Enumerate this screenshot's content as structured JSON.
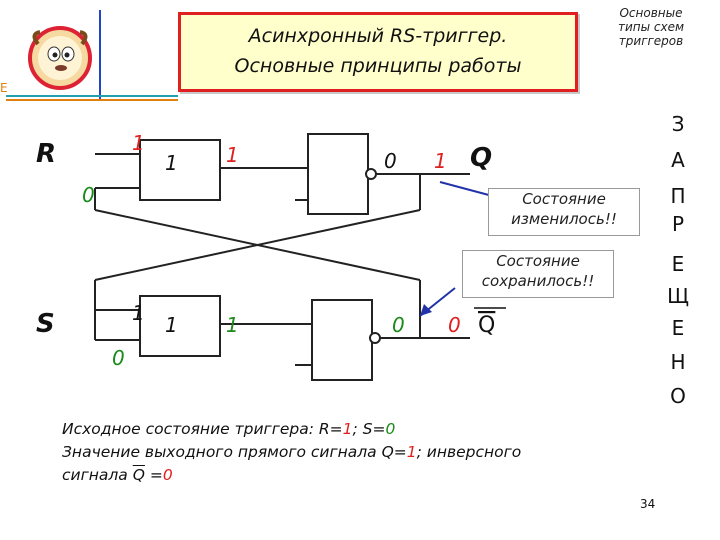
{
  "title": {
    "line1": "Асинхронный RS-триггер.",
    "line2": "Основные принципы работы"
  },
  "nav": {
    "link_line1": "Основные",
    "link_line2": "типы схем",
    "link_line3": "триггеров"
  },
  "sidebar_word": [
    "З",
    "А",
    "П",
    "Р",
    "Е",
    "Щ",
    "Е",
    "Н",
    "О"
  ],
  "circuit": {
    "input_r": "R",
    "input_s": "S",
    "output_q": "Q",
    "output_q_inv": "Q",
    "r_input_value_top": "1",
    "r_input_value_bottom": "0",
    "s_input_value_top": "1",
    "s_input_value_bottom": "0",
    "gate1_label": "1",
    "gate2_label": "1",
    "gate1_feedback_value": "1",
    "gate1_output_value": "0",
    "q_value": "1",
    "gate2_feedback_value": "1",
    "gate2_output_value": "0",
    "q_inv_value": "0"
  },
  "notes": {
    "changed_line1": "Состояние",
    "changed_line2": "изменилось!!",
    "kept_line1": "Состояние",
    "kept_line2": "сохранилось!!"
  },
  "bottom": {
    "line1_prefix": "Исходное состояние триггера: R=",
    "line1_r": "1",
    "line1_mid": "; S=",
    "line1_s": "0",
    "line2_prefix": "Значение выходного прямого сигнала Q=",
    "line2_q": "1",
    "line2_suffix": "; инверсного",
    "line3_prefix": "сигнала ",
    "line3_qbar": "Q",
    "line3_mid": " =",
    "line3_val": "0"
  },
  "page_number": "34",
  "colors": {
    "accent_red": "#e02020",
    "accent_green": "#1a8a1a",
    "arrow_blue": "#2233aa",
    "title_bg": "#ffffcc"
  }
}
